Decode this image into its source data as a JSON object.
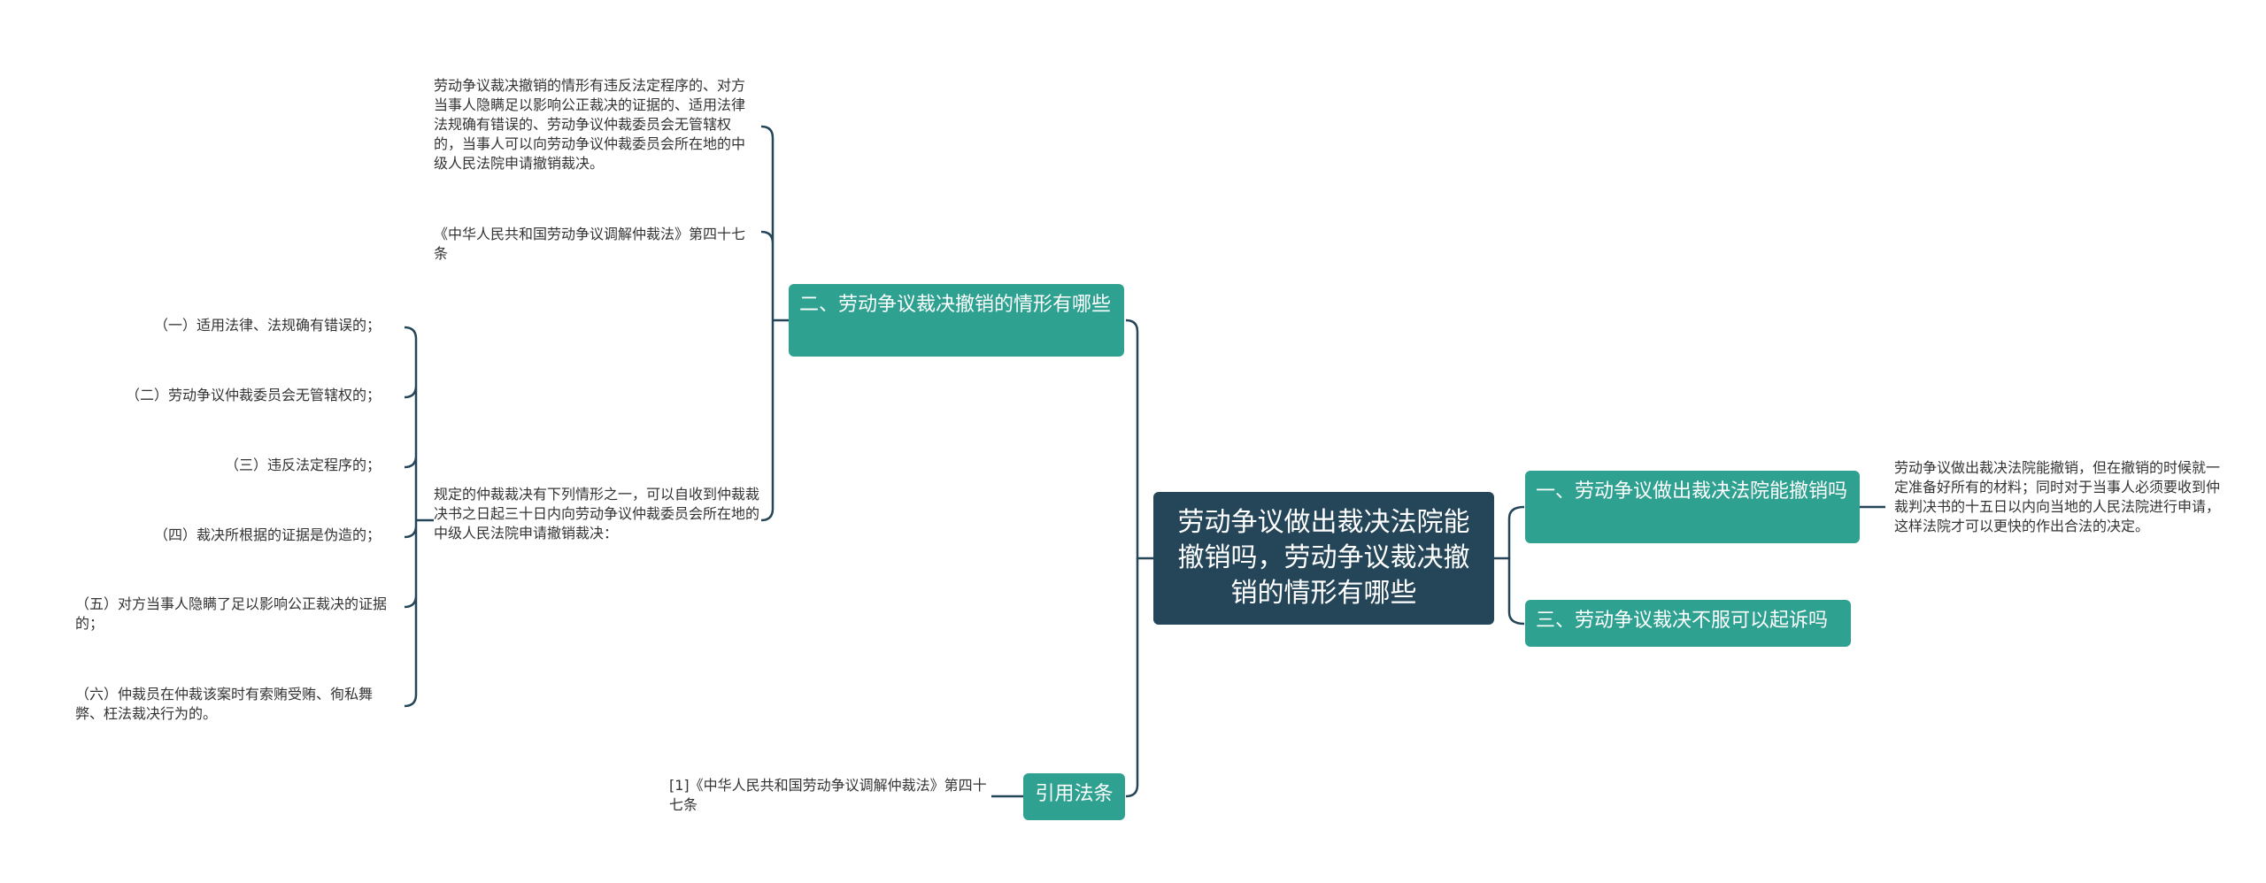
{
  "theme": {
    "root_color": "#254659",
    "branch_color": "#2ea191",
    "link_color": "#254659"
  },
  "root": {
    "label": "劳动争议做出裁决法院能撤销吗，劳动争议裁决撤销的情形有哪些"
  },
  "branches": {
    "b1": {
      "label": "一、劳动争议做出裁决法院能撤销吗",
      "leaf": "劳动争议做出裁决法院能撤销，但在撤销的时候就一定准备好所有的材料；同时对于当事人必须要收到仲裁判决书的十五日以内向当地的人民法院进行申请，这样法院才可以更快的作出合法的决定。"
    },
    "b2": {
      "label": "二、劳动争议裁决撤销的情形有哪些",
      "leaf_desc": "劳动争议裁决撤销的情形有违反法定程序的、对方当事人隐瞒足以影响公正裁决的证据的、适用法律法规确有错误的、劳动争议仲裁委员会无管辖权的，当事人可以向劳动争议仲裁委员会所在地的中级人民法院申请撤销裁决。",
      "leaf_law": "《中华人民共和国劳动争议调解仲裁法》第四十七条",
      "leaf_list": "规定的仲裁裁决有下列情形之一，可以自收到仲裁裁决书之日起三十日内向劳动争议仲裁委员会所在地的中级人民法院申请撤销裁决：",
      "sub_items": [
        "（一）适用法律、法规确有错误的；",
        "（二）劳动争议仲裁委员会无管辖权的；",
        "（三）违反法定程序的；",
        "（四）裁决所根据的证据是伪造的；",
        "（五）对方当事人隐瞒了足以影响公正裁决的证据的；",
        "（六）仲裁员在仲裁该案时有索贿受贿、徇私舞弊、枉法裁决行为的。"
      ]
    },
    "b3": {
      "label": "三、劳动争议裁决不服可以起诉吗"
    },
    "ref": {
      "label": "引用法条",
      "leaf": "[1]《中华人民共和国劳动争议调解仲裁法》第四十七条"
    }
  }
}
